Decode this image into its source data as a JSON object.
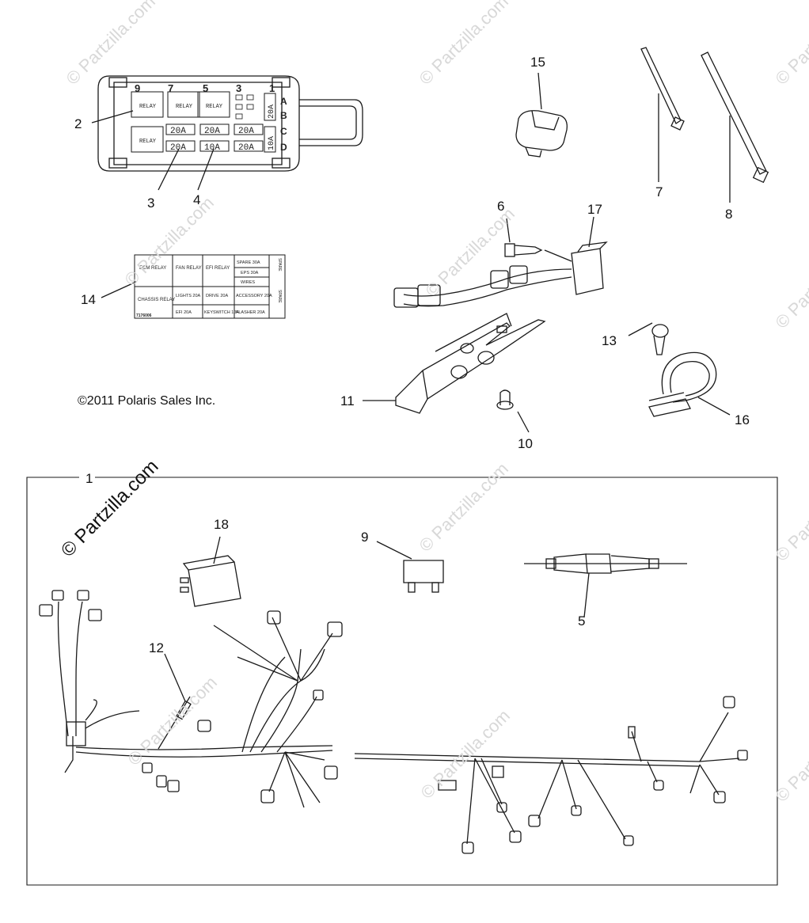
{
  "copyright": "©2011 Polaris Sales Inc.",
  "watermark": "© Partzilla.com",
  "watermark_main": "© Partzilla.com",
  "callouts": {
    "c1": "1",
    "c2": "2",
    "c3": "3",
    "c4": "4",
    "c5": "5",
    "c6": "6",
    "c7": "7",
    "c8": "8",
    "c9": "9",
    "c10": "10",
    "c11": "11",
    "c12": "12",
    "c13": "13",
    "c14": "14",
    "c15": "15",
    "c16": "16",
    "c17": "17",
    "c18": "18"
  },
  "fuse_box": {
    "top_numbers": [
      "9",
      "7",
      "5",
      "3",
      "1"
    ],
    "side_letters": [
      "A",
      "B",
      "C",
      "D"
    ],
    "relay_label": "RELAY",
    "fuses_row1": [
      "20A",
      "20A",
      "20A"
    ],
    "fuses_row2": [
      "20A",
      "10A",
      "20A"
    ],
    "side_fuse_top": "20A",
    "side_fuse_bottom": "10A"
  },
  "label_14": {
    "r1c1": "ECM RELAY",
    "r1c2": "FAN RELAY",
    "r1c3": "EFI RELAY",
    "r1c4": "SPARE 30A",
    "r1c4b": "EPS 30A",
    "r1c4c": "WIRES",
    "r2c1": "CHASSIS RELAY",
    "r2c2": "LIGHTS 20A",
    "r2c3": "DRIVE 20A",
    "r2c4": "ACCESSORY 20A",
    "r3c2": "EFI 20A",
    "r3c3": "KEYSWITCH 10A",
    "r3c4": "FLASHER 20A",
    "side_top": "SPARE",
    "side_bottom": "SPARE",
    "part_no": "7176006"
  },
  "colors": {
    "line": "#1a1a1a",
    "watermark": "#d8d8d8"
  }
}
